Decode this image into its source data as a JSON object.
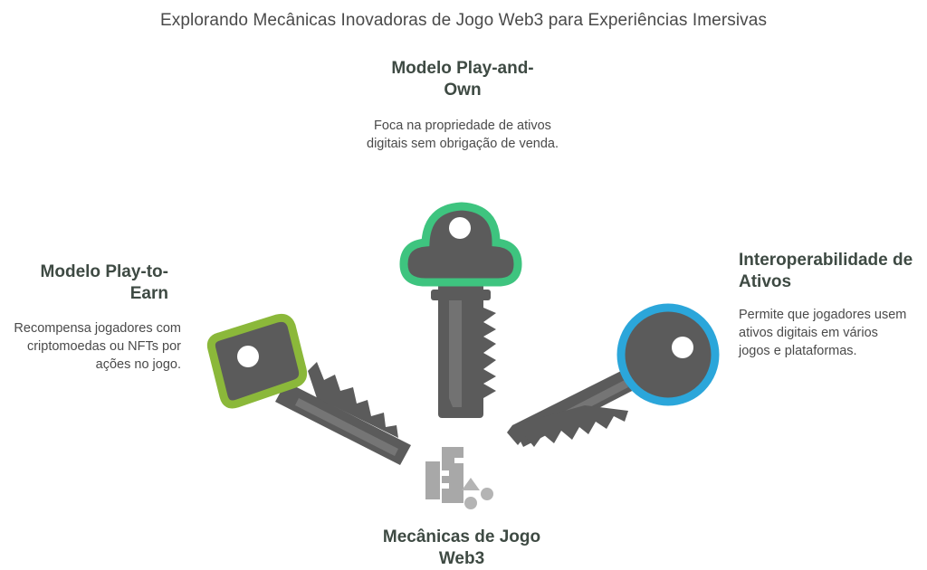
{
  "title": "Explorando Mecânicas Inovadoras de Jogo Web3 para Experiências Imersivas",
  "items": {
    "top": {
      "heading": "Modelo Play-and-\nOwn",
      "description": "Foca na propriedade de ativos digitais sem obrigação de venda.",
      "color": "#3ec47f"
    },
    "left": {
      "heading": "Modelo Play-to-\nEarn",
      "description": "Recompensa jogadores com criptomoedas ou NFTs por ações no jogo.",
      "color": "#8bb83a"
    },
    "right": {
      "heading": "Interoperabilidade de Ativos",
      "description": "Permite que jogadores usem ativos digitais em vários jogos e plataformas.",
      "color": "#2ba6da"
    },
    "bottom": {
      "heading": "Mecânicas de Jogo Web3",
      "icon": "blocks-shapes-icon"
    }
  },
  "key_color": "#5b5b5b"
}
